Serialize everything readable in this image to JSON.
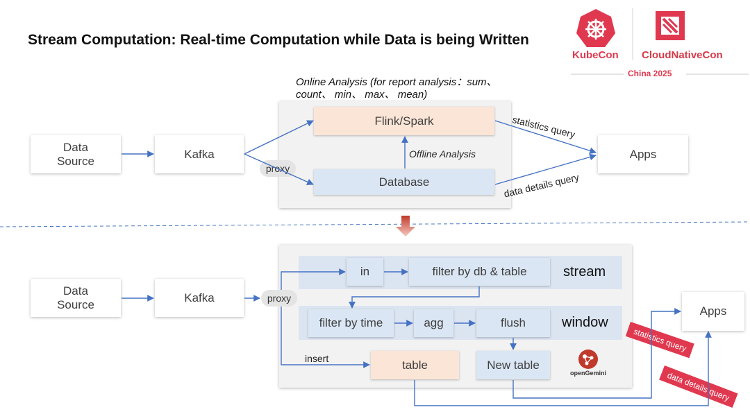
{
  "slide": {
    "title": "Stream Computation: Real-time Computation while Data is being Written"
  },
  "logo": {
    "kubecon": "KubeCon",
    "cloudnativecon": "CloudNativeCon",
    "event": "China 2025",
    "kubecon_color": "#e0384f",
    "cloudnativecon_color": "#d73a49"
  },
  "top_flow": {
    "online_analysis": "Online Analysis  (for report analysis：sum、",
    "online_analysis_2": "count、 min、 max、 mean)",
    "data_source": [
      "Data",
      "Source"
    ],
    "kafka": "Kafka",
    "proxy": "proxy",
    "flink_spark": "Flink/Spark",
    "offline_analysis": "Offline Analysis",
    "database": "Database",
    "statistics_query": "statistics query",
    "data_details_query": "data details query",
    "apps": "Apps"
  },
  "bottom_flow": {
    "data_source": [
      "Data",
      "Source"
    ],
    "kafka": "Kafka",
    "proxy": "proxy",
    "in": "in",
    "filter_db_table": "filter by db & table",
    "stream": "stream",
    "filter_time": "filter by time",
    "agg": "agg",
    "flush": "flush",
    "window": "window",
    "insert": "insert",
    "table": "table",
    "new_table": "New table",
    "opengemini": "openGemini",
    "apps": "Apps",
    "statistics_query": "statistics query",
    "data_details_query": "data details query"
  },
  "colors": {
    "arrow": "#4472c4",
    "accent_red": "#e0384f",
    "divider": "#4a78c2"
  }
}
